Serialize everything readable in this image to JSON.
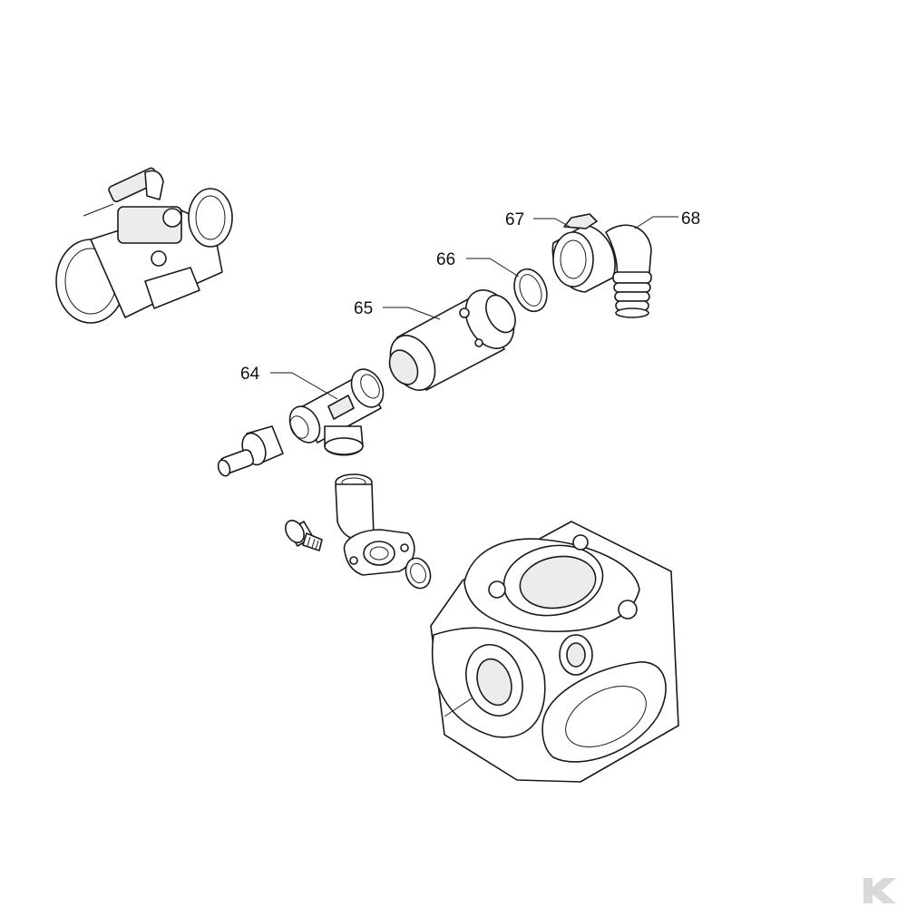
{
  "diagram": {
    "callouts": [
      {
        "id": "64",
        "label": "64"
      },
      {
        "id": "65",
        "label": "65"
      },
      {
        "id": "66",
        "label": "66"
      },
      {
        "id": "67",
        "label": "67"
      },
      {
        "id": "68",
        "label": "68"
      }
    ],
    "overview_icon": "assembly-thumbnail-icon",
    "corner_logo": "k-logo-icon"
  }
}
